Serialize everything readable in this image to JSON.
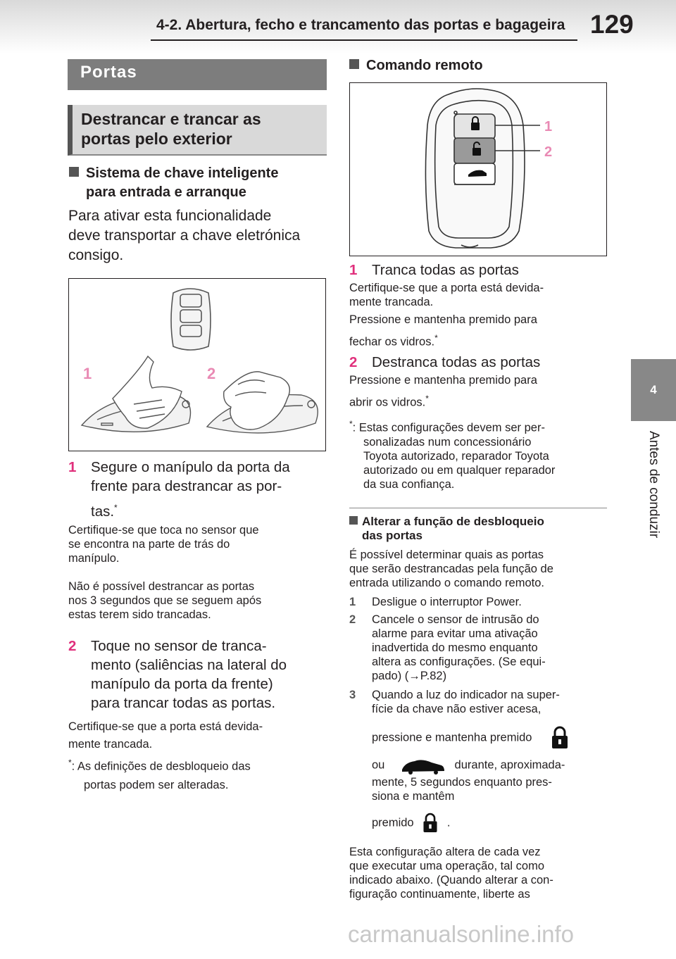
{
  "header": {
    "section_title": "4-2. Abertura, fecho e trancamento das portas e bagageira",
    "page_number": "129"
  },
  "side_tab": {
    "chapter_number": "4",
    "chapter_label": "Antes de conduzir"
  },
  "left": {
    "section_title": "Portas",
    "subsection_title_line1": "Destrancar e trancar as",
    "subsection_title_line2": "portas pelo exterior",
    "smart_key_heading_line1": "Sistema de chave inteligente",
    "smart_key_heading_line2": "para entrada e arranque",
    "intro_line1": "Para ativar esta funcionalidade",
    "intro_line2": "deve transportar a chave eletrónica",
    "intro_line3": "consigo.",
    "figure_labels": [
      "1",
      "2"
    ],
    "step1": {
      "num": "1",
      "line1": "Segure o manípulo da porta da",
      "line2": "frente para destrancar as por-",
      "line3": "tas.",
      "mark": "*",
      "note1_line1": "Certifique-se que toca no sensor que",
      "note1_line2": "se encontra na parte de trás do",
      "note1_line3": "manípulo.",
      "note2_line1": "Não é possível destrancar as portas",
      "note2_line2": "nos 3 segundos que se seguem após",
      "note2_line3": "estas terem sido trancadas."
    },
    "step2": {
      "num": "2",
      "line1": "Toque no sensor de tranca-",
      "line2": "mento (saliências na lateral do",
      "line3": "manípulo da porta da frente)",
      "line4": "para trancar todas as portas.",
      "note_line1": "Certifique-se que a porta está devida-",
      "note_line2": "mente trancada."
    },
    "footnote": {
      "mark": "*",
      "line1": ": As definições de desbloqueio das",
      "line2": "portas podem ser alteradas."
    }
  },
  "right": {
    "remote_heading": "Comando remoto",
    "figure_labels": [
      "1",
      "2"
    ],
    "item1": {
      "num": "1",
      "title": "Tranca todas as portas",
      "note1_line1": "Certifique-se que a porta está devida-",
      "note1_line2": "mente trancada.",
      "note2_line1": "Pressione e mantenha premido para",
      "note2_line2": "fechar os vidros.",
      "mark": "*"
    },
    "item2": {
      "num": "2",
      "title": "Destranca todas as portas",
      "note_line1": "Pressione e mantenha premido para",
      "note_line2": "abrir os vidros.",
      "mark": "*"
    },
    "footnote": {
      "mark": "*",
      "line1": ": Estas configurações devem ser per-",
      "line2": "sonalizadas num concessionário",
      "line3": "Toyota autorizado, reparador Toyota",
      "line4": "autorizado ou em qualquer reparador",
      "line5": "da sua confiança."
    },
    "change_heading_line1": "Alterar a função de desbloqueio",
    "change_heading_line2": "das portas",
    "change_intro_line1": "É possível determinar quais as portas",
    "change_intro_line2": "que serão destrancadas pela função de",
    "change_intro_line3": "entrada utilizando o comando remoto.",
    "steps": {
      "s1_num": "1",
      "s1_line1": "Desligue o interruptor Power.",
      "s2_num": "2",
      "s2_line1": "Cancele o sensor de intrusão do",
      "s2_line2": "alarme para evitar uma ativação",
      "s2_line3": "inadvertida do mesmo enquanto",
      "s2_line4": "altera as configurações. (Se equi-",
      "s2_line5a": "pado) (",
      "s2_arrow": "→",
      "s2_line5b": "P.82)",
      "s3_num": "3",
      "s3_line1": "Quando a luz do indicador na super-",
      "s3_line2": "fície da chave não estiver acesa,",
      "s3_line3": "pressione e mantenha premido",
      "s3_line4a": "ou",
      "s3_line4b": "durante, aproximada-",
      "s3_line5": "mente, 5 segundos enquanto pres-",
      "s3_line6": "siona e mantêm",
      "s3_line7a": "premido",
      "s3_line7b": "."
    },
    "closing_line1": "Esta configuração altera de cada vez",
    "closing_line2": "que executar uma operação, tal como",
    "closing_line3": "indicado abaixo. (Quando alterar a con-",
    "closing_line4": "figuração continuamente, liberte as"
  },
  "watermark": "carmanualsonline.info",
  "icons": [
    "lock-icon",
    "unlock-icon",
    "car-trunk-icon"
  ],
  "colors": {
    "accent": "#e0307c",
    "header_band": "#7d7d7d",
    "sub_band": "#d9d9d9",
    "tab": "#888888"
  }
}
